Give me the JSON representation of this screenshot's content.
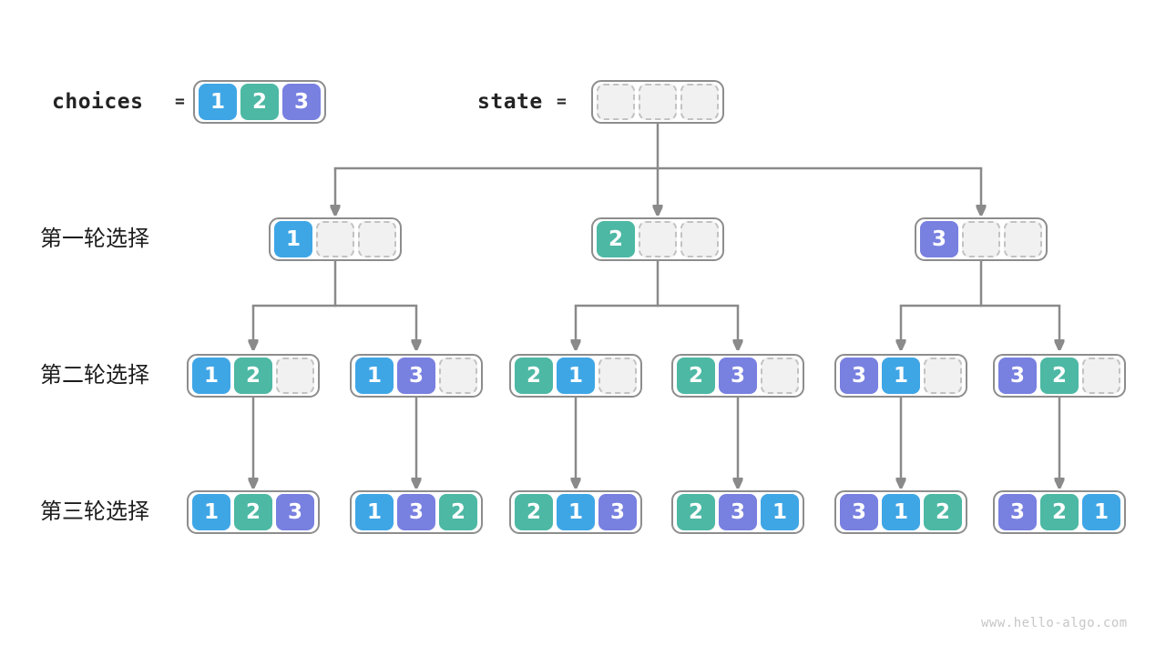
{
  "legend": {
    "choices_label": "choices",
    "equals": "=",
    "state_label": "state",
    "choices_values": [
      "1",
      "2",
      "3"
    ],
    "state_values": [
      "",
      "",
      ""
    ]
  },
  "rounds": [
    {
      "label": "第一轮选择",
      "boxes": [
        [
          "1",
          "",
          ""
        ],
        [
          "2",
          "",
          ""
        ],
        [
          "3",
          "",
          ""
        ]
      ]
    },
    {
      "label": "第二轮选择",
      "boxes": [
        [
          "1",
          "2",
          ""
        ],
        [
          "1",
          "3",
          ""
        ],
        [
          "2",
          "1",
          ""
        ],
        [
          "2",
          "3",
          ""
        ],
        [
          "3",
          "1",
          ""
        ],
        [
          "3",
          "2",
          ""
        ]
      ]
    },
    {
      "label": "第三轮选择",
      "boxes": [
        [
          "1",
          "2",
          "3"
        ],
        [
          "1",
          "3",
          "2"
        ],
        [
          "2",
          "1",
          "3"
        ],
        [
          "2",
          "3",
          "1"
        ],
        [
          "3",
          "1",
          "2"
        ],
        [
          "3",
          "2",
          "1"
        ]
      ]
    }
  ],
  "cell_colors": {
    "1": "#3fa6e6",
    "2": "#4db8a4",
    "3": "#7880e0"
  },
  "ui_colors": {
    "line": "#8a8a8a",
    "box_border": "#8d8d8d",
    "empty_fill": "#f1f1f1",
    "empty_border": "#c2c2c2",
    "text": "#232323",
    "watermark": "#c6c6c6"
  },
  "watermark": "www.hello-algo.com"
}
